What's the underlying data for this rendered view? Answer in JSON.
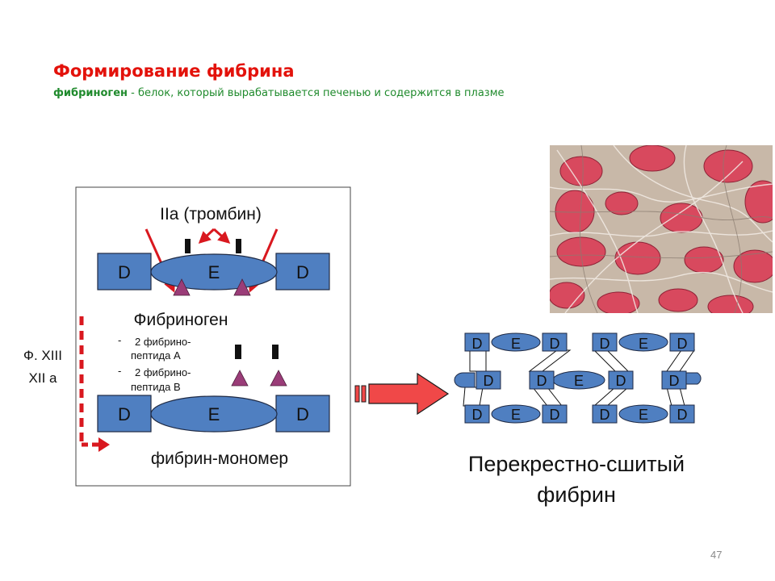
{
  "slide": {
    "title": "Формирование фибрина",
    "subtitle_term": "фибриноген",
    "subtitle_rest": " - белок, который вырабатывается печенью и содержится в плазме",
    "page_number": "47"
  },
  "left_panel": {
    "thrombin_label": "IIa (тромбин)",
    "fibrinogen": {
      "d_left": "D",
      "e_center": "E",
      "d_right": "D"
    },
    "fibrinogen_label": "Фибриноген",
    "peptide_a": {
      "dash": "-",
      "line1": "2 фибрино-",
      "line2": "пептида A"
    },
    "peptide_b": {
      "dash": "-",
      "line1": "2 фибрино-",
      "line2": "пептида B"
    },
    "monomer": {
      "d_left": "D",
      "e_center": "E",
      "d_right": "D"
    },
    "monomer_label": "фибрин-мономер"
  },
  "factor_label": {
    "line1": "Ф. XIII",
    "line2": "XII a"
  },
  "crosslinked": {
    "row1": {
      "g1": [
        "D",
        "E",
        "D"
      ],
      "g2": [
        "D",
        "E",
        "D"
      ]
    },
    "row2": [
      "D",
      "D",
      "E",
      "D",
      "D"
    ],
    "row3": {
      "g1": [
        "D",
        "E",
        "D"
      ],
      "g2": [
        "D",
        "E",
        "D"
      ]
    },
    "caption_line1": "Перекрестно-сшитый",
    "caption_line2": "фибрин"
  },
  "colors": {
    "domain_fill": "#4f7fc1",
    "domain_stroke": "#1f2a44",
    "arrow_red": "#d9181f",
    "big_arrow": "#f04848",
    "peptide_triangle": "#9a3c78",
    "title_red": "#e3120b",
    "subtitle_green": "#1f8a2c",
    "photo_background": "#c8b8a8",
    "red_blood_cell": "#d8495e"
  },
  "photo": {
    "icon": "sem-clot-photo"
  }
}
